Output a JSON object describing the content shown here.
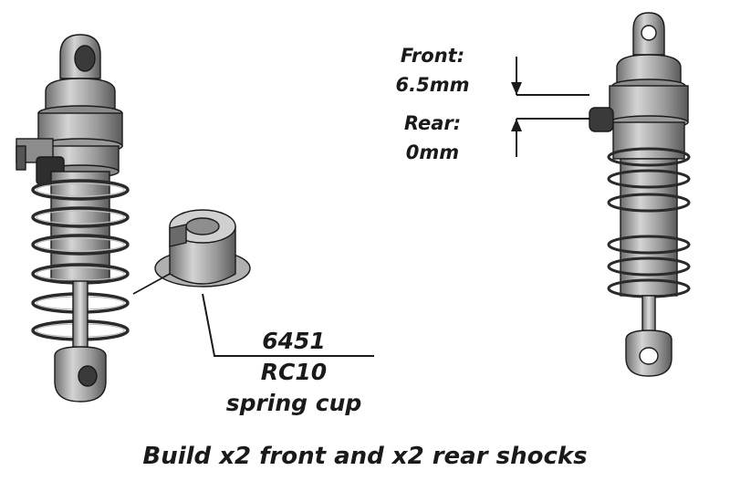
{
  "part_callout": {
    "number": "6451",
    "name": "RC10",
    "description": "spring cup"
  },
  "spacer_note": {
    "front_label": "Front:",
    "front_value": "6.5mm",
    "rear_label": "Rear:",
    "rear_value": "0mm"
  },
  "caption": "Build x2 front and x2 rear shocks",
  "colors": {
    "metal_light": "#c8c8c8",
    "metal_mid": "#9a9a9a",
    "metal_dark": "#555555",
    "line": "#1a1a1a"
  }
}
